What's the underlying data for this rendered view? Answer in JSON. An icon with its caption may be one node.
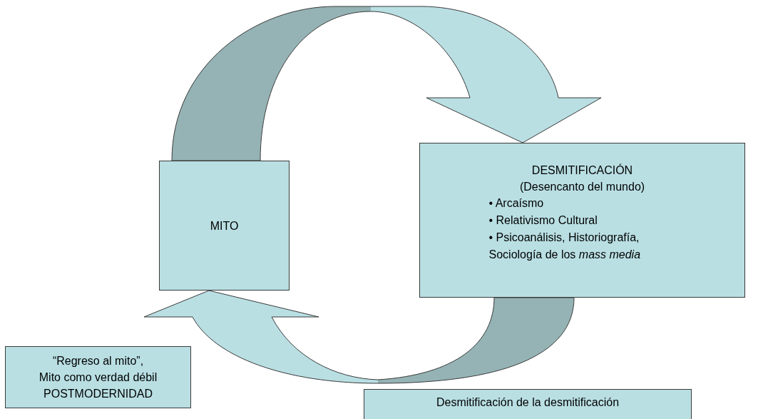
{
  "diagram": {
    "nodes": [
      {
        "text": [
          "MITO"
        ]
      },
      {
        "text": [
          "DESMITIFICACIÓN",
          "(Desencanto del mundo)",
          "• Arcaísmo",
          "• Relativismo Cultural",
          "• Psicoanálisis, Historiografía, Sociología de los *mass media*"
        ]
      },
      {
        "text": [
          "“Regreso al mito”,",
          "Mito como verdad débil",
          "POSTMODERNIDAD"
        ]
      },
      {
        "text": [
          "Desmitificación de la desmitificación"
        ]
      }
    ],
    "edges": [
      {
        "from": 0,
        "to": 1,
        "arrow": "to"
      },
      {
        "from": 1,
        "to": 0,
        "arrow": "to"
      }
    ]
  }
}
